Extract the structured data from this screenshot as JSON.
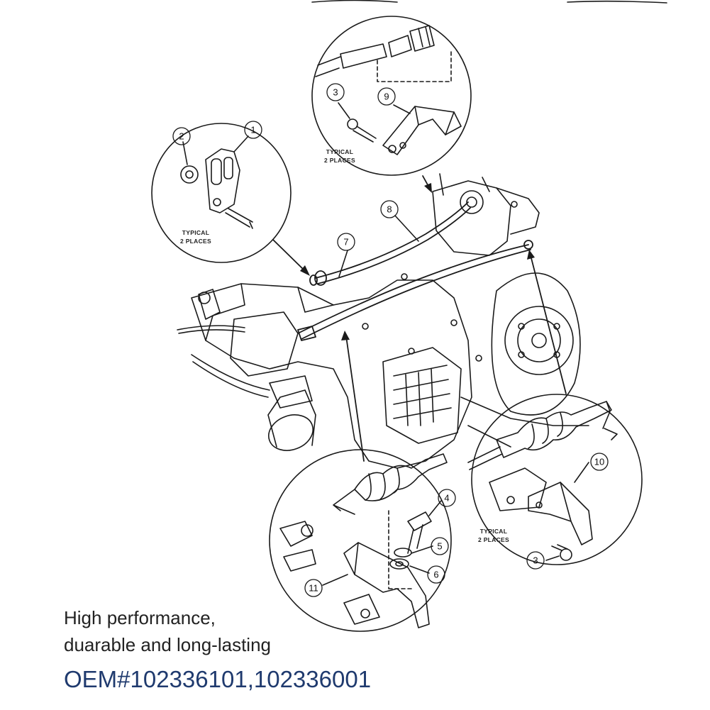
{
  "callouts": {
    "c1": "1",
    "c2": "2",
    "c3a": "3",
    "c3b": "3",
    "c4": "4",
    "c5": "5",
    "c6": "6",
    "c7": "7",
    "c8": "8",
    "c9": "9",
    "c10": "10",
    "c11": "11"
  },
  "labels": {
    "typical_line1": "TYPICAL",
    "typical_line2": "2 PLACES"
  },
  "caption": {
    "line1": "High performance,",
    "line2": "duarable and long-lasting",
    "oem": "OEM#102336101,102336001"
  },
  "colors": {
    "line": "#1a1a1a",
    "oem_text": "#1f3a6e",
    "caption_text": "#222222"
  }
}
